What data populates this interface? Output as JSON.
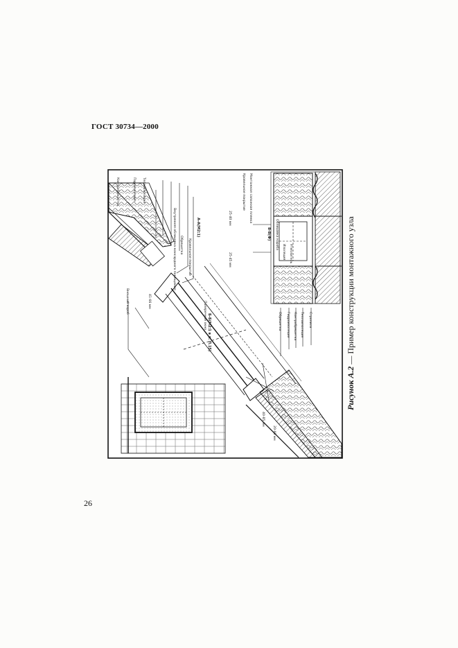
{
  "document": {
    "header": "ГОСТ 30734—2000",
    "page_number": "26",
    "figure": {
      "label": "Рисунок А.2",
      "dash": " — ",
      "title": "Пример конструкции монтажного узла"
    }
  },
  "drawing_labels": {
    "top": [
      "Контробрешетка",
      "Пароизоляция",
      "Теплоизоляция",
      "Внутренняя облицовка мансардного помещения",
      "Обрешетка",
      "Кровельное покрытие"
    ],
    "section_a": "А-А(М2:1)",
    "section_b": "Б-Б(М2:1 в л. П.15)",
    "section_c": "В-В(Ф)",
    "slope_1": "Внешний короб",
    "slope_2": "Поперечное окно",
    "dims": [
      "41-66 мм",
      "25-40 мм",
      "25-45 мм",
      "40-85 мм",
      "20-60 мм"
    ],
    "bottom": [
      "Обрешетка",
      "Гидроизоляция",
      "Контробрешетка",
      "Теплоизоляция",
      "Стропила"
    ],
    "right_top": [
      "Кровельное покрытие",
      "Монтажная сапожная пленка"
    ],
    "center": [
      "Облицовка короба",
      "Изоляция",
      "Утеплитель"
    ]
  }
}
